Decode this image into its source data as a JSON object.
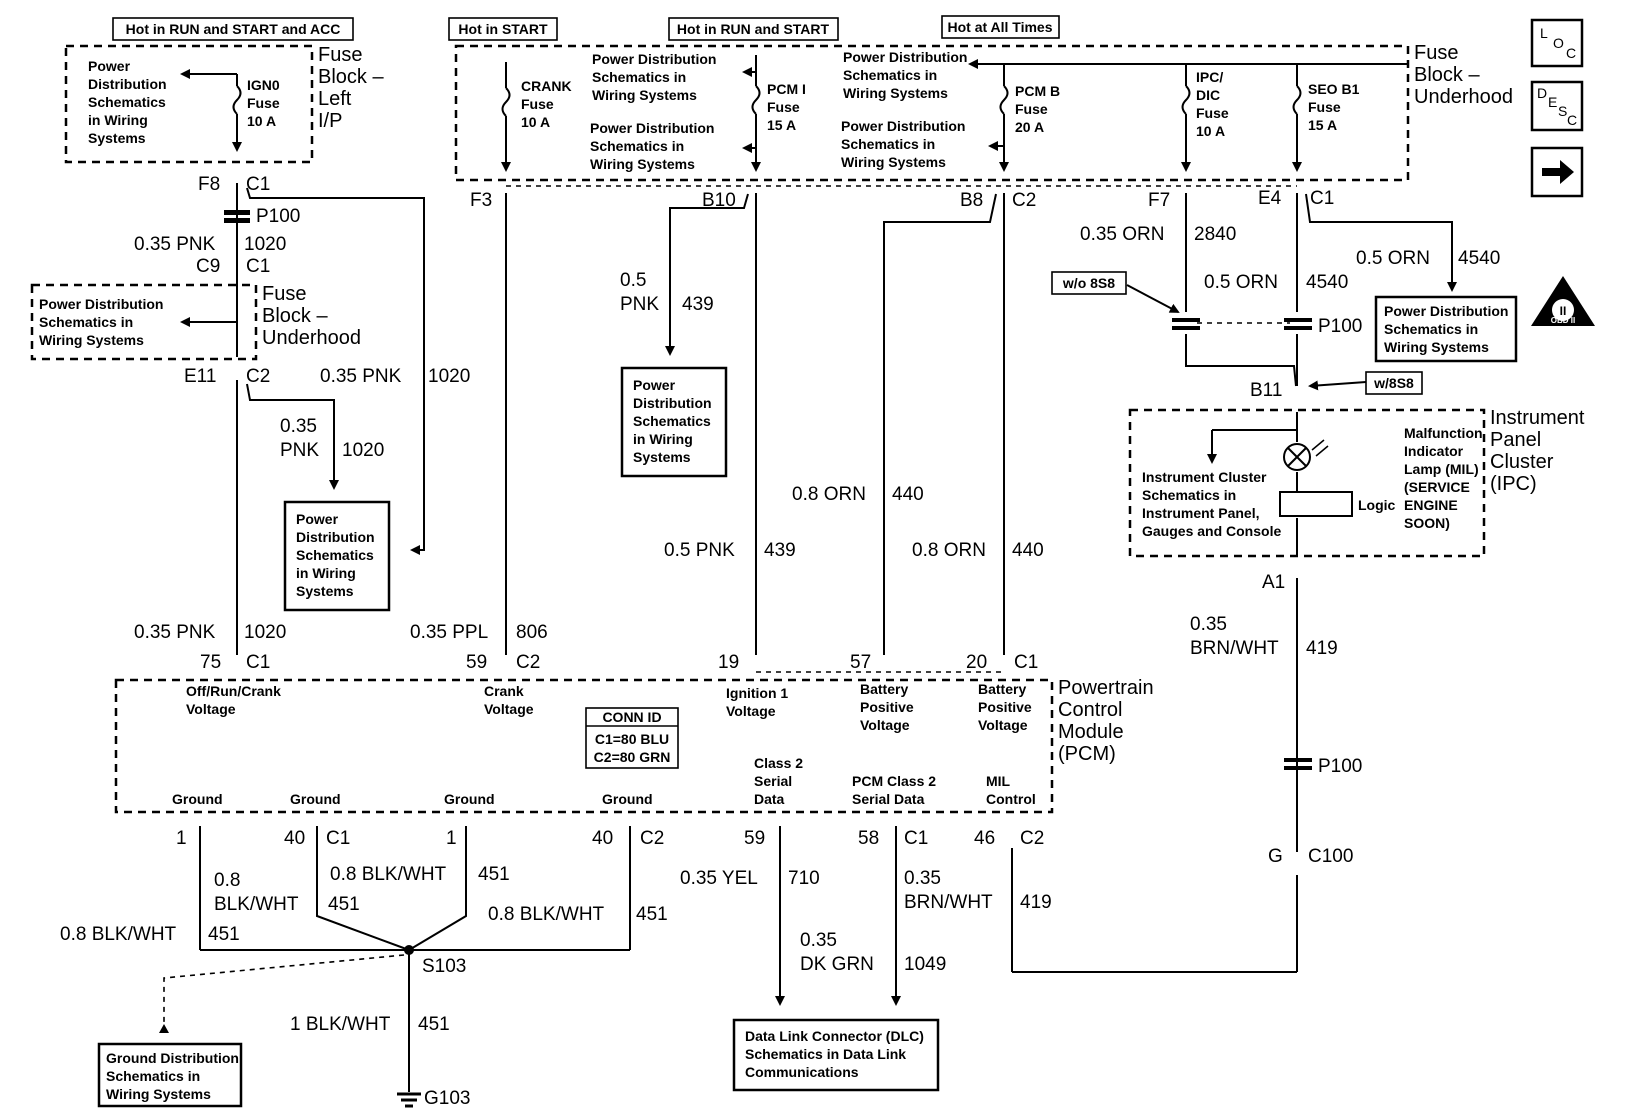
{
  "header_tags": {
    "run_start_acc": "Hot in RUN and START and ACC",
    "start": "Hot in START",
    "run_start": "Hot in RUN and START",
    "all_times": "Hot at All Times"
  },
  "nav_icons": {
    "loc": {
      "l1": "L",
      "l2": "O",
      "l3": "C"
    },
    "desc": {
      "l1": "D",
      "l2": "E",
      "l3": "S",
      "l4": "C"
    },
    "next": "→"
  },
  "obd_badge": {
    "roman": "II",
    "label": "OBD II"
  },
  "fuse_block_lip": {
    "line1": "Fuse",
    "line2": "Block –",
    "line3": "Left",
    "line4": "I/P"
  },
  "fuse_block_uh_top": {
    "line1": "Fuse",
    "line2": "Block –",
    "line3": "Underhood"
  },
  "fuse_block_uh_left": {
    "line1": "Fuse",
    "line2": "Block –",
    "line3": "Underhood"
  },
  "fuses": {
    "ign0": {
      "l1": "IGN0",
      "l2": "Fuse",
      "l3": "10 A"
    },
    "crank": {
      "l1": "CRANK",
      "l2": "Fuse",
      "l3": "10 A"
    },
    "pcmi": {
      "l1": "PCM I",
      "l2": "Fuse",
      "l3": "15 A"
    },
    "pcmb": {
      "l1": "PCM B",
      "l2": "Fuse",
      "l3": "20 A"
    },
    "ipc": {
      "l1": "IPC/",
      "l2": "DIC",
      "l3": "Fuse",
      "l4": "10 A"
    },
    "seo": {
      "l1": "SEO B1",
      "l2": "Fuse",
      "l3": "15 A"
    }
  },
  "pd_refs": {
    "lip": {
      "l1": "Power",
      "l2": "Distribution",
      "l3": "Schematics",
      "l4": "in Wiring",
      "l5": "Systems"
    },
    "uh_top1": {
      "l1": "Power Distribution",
      "l2": "Schematics in",
      "l3": "Wiring Systems"
    },
    "uh_top2": {
      "l1": "Power Distribution",
      "l2": "Schematics in",
      "l3": "Wiring Systems"
    },
    "uh_top3": {
      "l1": "Power Distribution",
      "l2": "Schematics in",
      "l3": "Wiring Systems"
    },
    "uh_top4": {
      "l1": "Power Distribution",
      "l2": "Schematics in",
      "l3": "Wiring Systems"
    },
    "uh_left": {
      "l1": "Power Distribution",
      "l2": "Schematics in",
      "l3": "Wiring Systems"
    }
  },
  "boxes": {
    "pd_1020": {
      "l1": "Power",
      "l2": "Distribution",
      "l3": "Schematics",
      "l4": "in Wiring",
      "l5": "Systems"
    },
    "pd_439": {
      "l1": "Power",
      "l2": "Distribution",
      "l3": "Schematics",
      "l4": "in Wiring",
      "l5": "Systems"
    },
    "pd_4540": {
      "l1": "Power Distribution",
      "l2": "Schematics in",
      "l3": "Wiring Systems"
    },
    "ground": {
      "l1": "Ground Distribution",
      "l2": "Schematics in",
      "l3": "Wiring Systems"
    },
    "dlc": {
      "l1": "Data Link Connector (DLC)",
      "l2": "Schematics in Data Link",
      "l3": "Communications"
    }
  },
  "options": {
    "wo8s8": "w/o 8S8",
    "w8s8": "w/8S8"
  },
  "connectors": {
    "f8": "F8",
    "c1_f8": "C1",
    "p100_a": "P100",
    "c9": "C9",
    "c1_c9": "C1",
    "e11": "E11",
    "c2_e11": "C2",
    "f3": "F3",
    "b10": "B10",
    "b8": "B8",
    "c2_b8": "C2",
    "f7": "F7",
    "e4": "E4",
    "c1_e4": "C1",
    "p100_b": "P100",
    "b11": "B11",
    "a1": "A1",
    "p100_c": "P100",
    "g": "G",
    "c100": "C100",
    "s103": "S103",
    "g103": "G103"
  },
  "wires": {
    "w1020_a_size": "0.35 PNK",
    "w1020_a_num": "1020",
    "w1020_b_size": "0.35 PNK",
    "w1020_b_num": "1020",
    "w1020_c_l1": "0.35",
    "w1020_c_l2": "PNK",
    "w1020_c_num": "1020",
    "w1020_d_size": "0.35 PNK",
    "w1020_d_num": "1020",
    "w806_size": "0.35 PPL",
    "w806_num": "806",
    "w439_a_l1": "0.5",
    "w439_a_l2": "PNK",
    "w439_a_num": "439",
    "w439_b_size": "0.5 PNK",
    "w439_b_num": "439",
    "w440_a_size": "0.8 ORN",
    "w440_a_num": "440",
    "w440_b_size": "0.8 ORN",
    "w440_b_num": "440",
    "w2840_size": "0.35 ORN",
    "w2840_num": "2840",
    "w4540_a_size": "0.5 ORN",
    "w4540_a_num": "4540",
    "w4540_b_size": "0.5 ORN",
    "w4540_b_num": "4540",
    "w419_a_l1": "0.35",
    "w419_a_l2": "BRN/WHT",
    "w419_a_num": "419",
    "w451_a_l1": "0.8",
    "w451_a_l2": "BLK/WHT",
    "w451_a_num": "451",
    "w451_b_size": "0.8 BLK/WHT",
    "w451_b_num": "451",
    "w451_c_size": "0.8 BLK/WHT",
    "w451_c_num": "451",
    "w451_d_size": "0.8 BLK/WHT",
    "w451_d_num": "451",
    "w451_e_size": "1 BLK/WHT",
    "w451_e_num": "451",
    "w710_size": "0.35 YEL",
    "w710_num": "710",
    "w1049_l1": "0.35",
    "w1049_l2": "DK GRN",
    "w1049_num": "1049",
    "w419_b_l1": "0.35",
    "w419_b_l2": "BRN/WHT",
    "w419_b_num": "419"
  },
  "ipc": {
    "title_l1": "Instrument",
    "title_l2": "Panel",
    "title_l3": "Cluster",
    "title_l4": "(IPC)",
    "ref_l1": "Instrument Cluster",
    "ref_l2": "Schematics in",
    "ref_l3": "Instrument Panel,",
    "ref_l4": "Gauges and Console",
    "mil_l1": "Malfunction",
    "mil_l2": "Indicator",
    "mil_l3": "Lamp (MIL)",
    "mil_l4": "(SERVICE",
    "mil_l5": "ENGINE",
    "mil_l6": "SOON)",
    "logic": "Logic"
  },
  "pcm": {
    "title_l1": "Powertrain",
    "title_l2": "Control",
    "title_l3": "Module",
    "title_l4": "(PCM)",
    "conn_id_title": "CONN ID",
    "conn_id_c1": "C1=80 BLU",
    "conn_id_c2": "C2=80 GRN",
    "pins_top": {
      "p75": "75",
      "c1_75": "C1",
      "p59": "59",
      "c2_59": "C2",
      "p19": "19",
      "p57": "57",
      "p20": "20",
      "c1_20": "C1"
    },
    "pins_bottom": {
      "p1a": "1",
      "p40a": "40",
      "c1_40": "C1",
      "p1b": "1",
      "p40b": "40",
      "c2_40": "C2",
      "p59": "59",
      "p58": "58",
      "c1_58": "C1",
      "p46": "46",
      "c2_46": "C2"
    },
    "circuits": {
      "offrun_l1": "Off/Run/Crank",
      "offrun_l2": "Voltage",
      "crank_l1": "Crank",
      "crank_l2": "Voltage",
      "ign_l1": "Ignition 1",
      "ign_l2": "Voltage",
      "bat1_l1": "Battery",
      "bat1_l2": "Positive",
      "bat1_l3": "Voltage",
      "bat2_l1": "Battery",
      "bat2_l2": "Positive",
      "bat2_l3": "Voltage",
      "gnd1": "Ground",
      "gnd2": "Ground",
      "gnd3": "Ground",
      "gnd4": "Ground",
      "c2s_l1": "Class 2",
      "c2s_l2": "Serial",
      "c2s_l3": "Data",
      "pcmc2_l1": "PCM Class 2",
      "pcmc2_l2": "Serial Data",
      "mil_l1": "MIL",
      "mil_l2": "Control"
    }
  }
}
